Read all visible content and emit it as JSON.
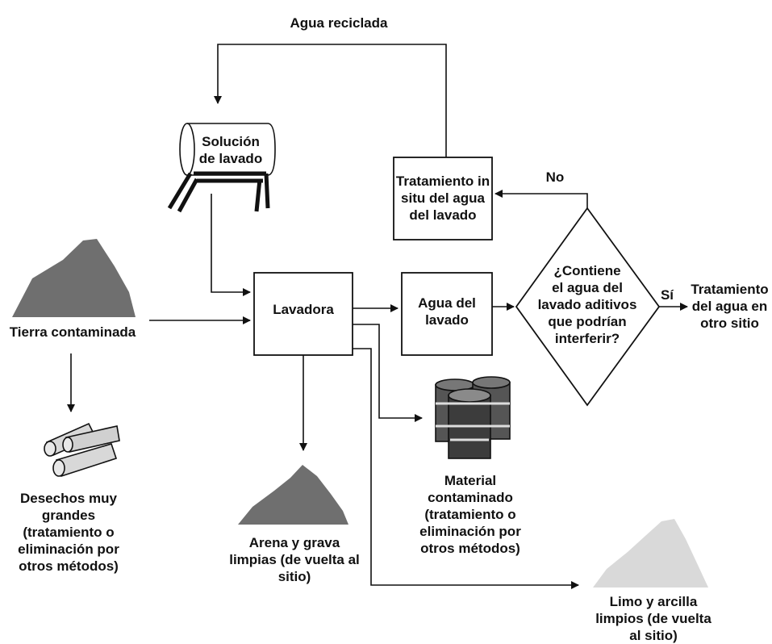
{
  "labels": {
    "recycled_water": "Agua reciclada",
    "wash_solution": "Solución\nde lavado",
    "insitu_treatment": "Tratamiento in\nsitu del agua\ndel lavado",
    "no": "No",
    "contaminated_soil": "Tierra contaminada",
    "washer": "Lavadora",
    "wash_water": "Agua del\nlavado",
    "question": "¿Contiene\nel agua del\nlavado aditivos\nque podrían\ninterferir?",
    "yes": "Sí",
    "offsite_treatment": "Tratamiento\ndel agua en\notro sitio",
    "large_debris": "Desechos muy\ngrandes\n(tratamiento o\neliminación por\notros métodos)",
    "sand_gravel": "Arena y grava\nlimpias (de vuelta al\nsitio)",
    "contaminated_material": "Material\ncontaminado\n(tratamiento o\neliminación por\notros métodos)",
    "silt_clay": "Limo y arcilla\nlimpios (de vuelta\nal sitio)"
  },
  "colors": {
    "dark_pile": "#6f6f6f",
    "light_pile": "#d9d9d9",
    "line": "#111111"
  }
}
